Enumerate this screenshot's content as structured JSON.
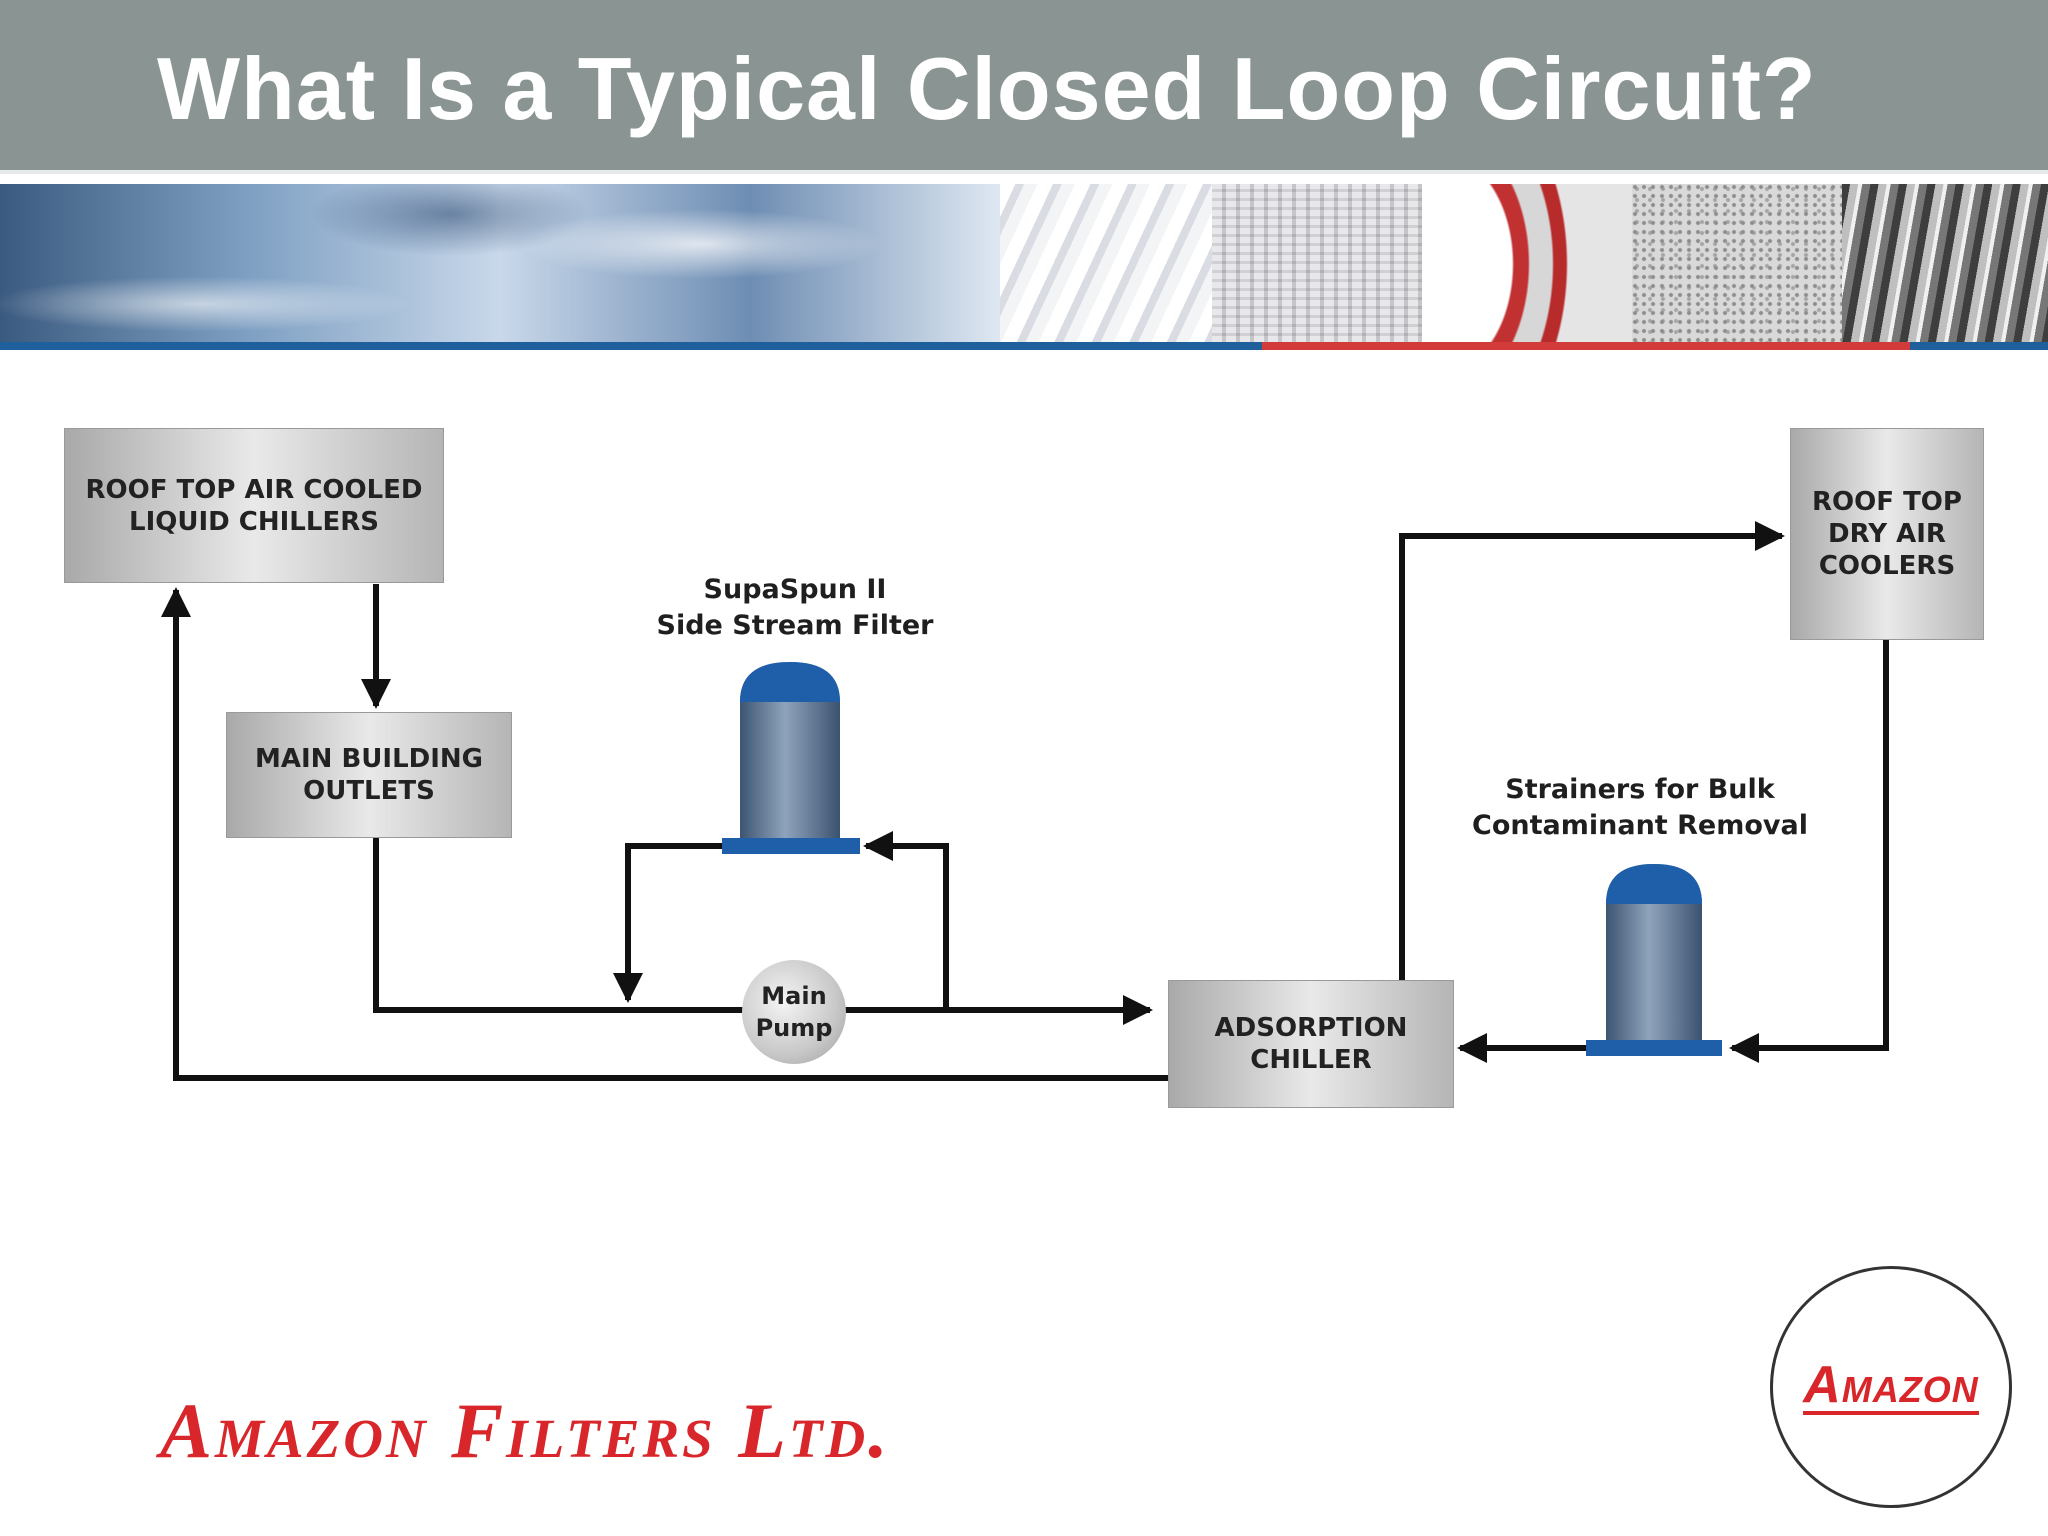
{
  "slide": {
    "title": "What Is a Typical Closed Loop Circuit?"
  },
  "diagram": {
    "nodes": {
      "roof_chillers": "ROOF TOP AIR COOLED\nLIQUID CHILLERS",
      "building_outlets": "MAIN BUILDING\nOUTLETS",
      "dry_air_coolers": "ROOF TOP\nDRY AIR\nCOOLERS",
      "adsorption_chiller": "ADSORPTION\nCHILLER",
      "main_pump": "Main\nPump"
    },
    "labels": {
      "side_stream_filter": "SupaSpun II\nSide Stream Filter",
      "strainers": "Strainers for Bulk\nContaminant Removal"
    }
  },
  "footer": {
    "company_name": "Amazon Filters Ltd.",
    "logo_text": "Amazon"
  },
  "colors": {
    "header_bg": "#8a9493",
    "brand_red": "#d8262b",
    "filter_blue": "#1f5faa",
    "line_black": "#111111"
  }
}
